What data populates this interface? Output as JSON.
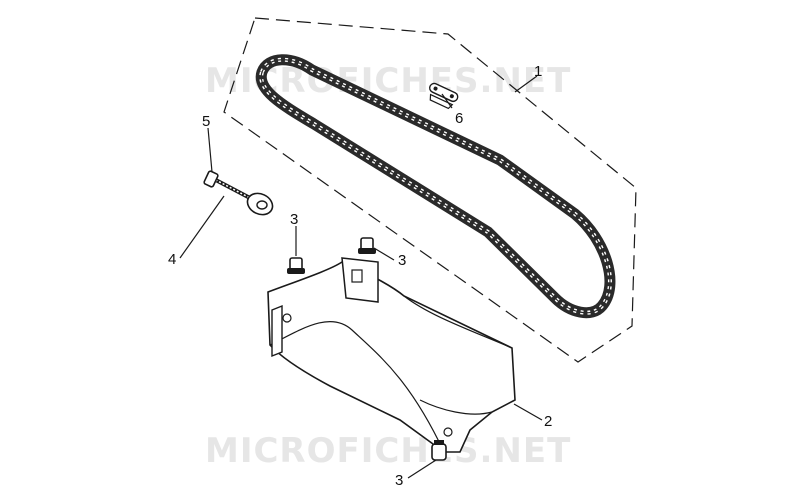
{
  "watermark": {
    "text": "MICROFICHES.NET",
    "color": "#e6e6e6"
  },
  "colors": {
    "line": "#1a1a1a",
    "guard_fill": "#ffffff",
    "chain": "#2a2a2a"
  },
  "callouts": [
    {
      "id": "c1a",
      "label": "1"
    },
    {
      "id": "c2",
      "label": "2"
    },
    {
      "id": "c3a",
      "label": "3"
    },
    {
      "id": "c3b",
      "label": "3"
    },
    {
      "id": "c3c",
      "label": "3"
    },
    {
      "id": "c4",
      "label": "4"
    },
    {
      "id": "c5",
      "label": "5"
    },
    {
      "id": "c6",
      "label": "6"
    }
  ],
  "parts": {
    "chain": {
      "icon": "drive-chain-icon"
    },
    "guard": {
      "icon": "chain-guard-icon"
    },
    "bolt": {
      "icon": "bolt-icon"
    },
    "tensioner": {
      "icon": "chain-tensioner-icon"
    },
    "nut": {
      "icon": "nut-icon"
    },
    "master_link": {
      "icon": "master-link-icon"
    }
  }
}
